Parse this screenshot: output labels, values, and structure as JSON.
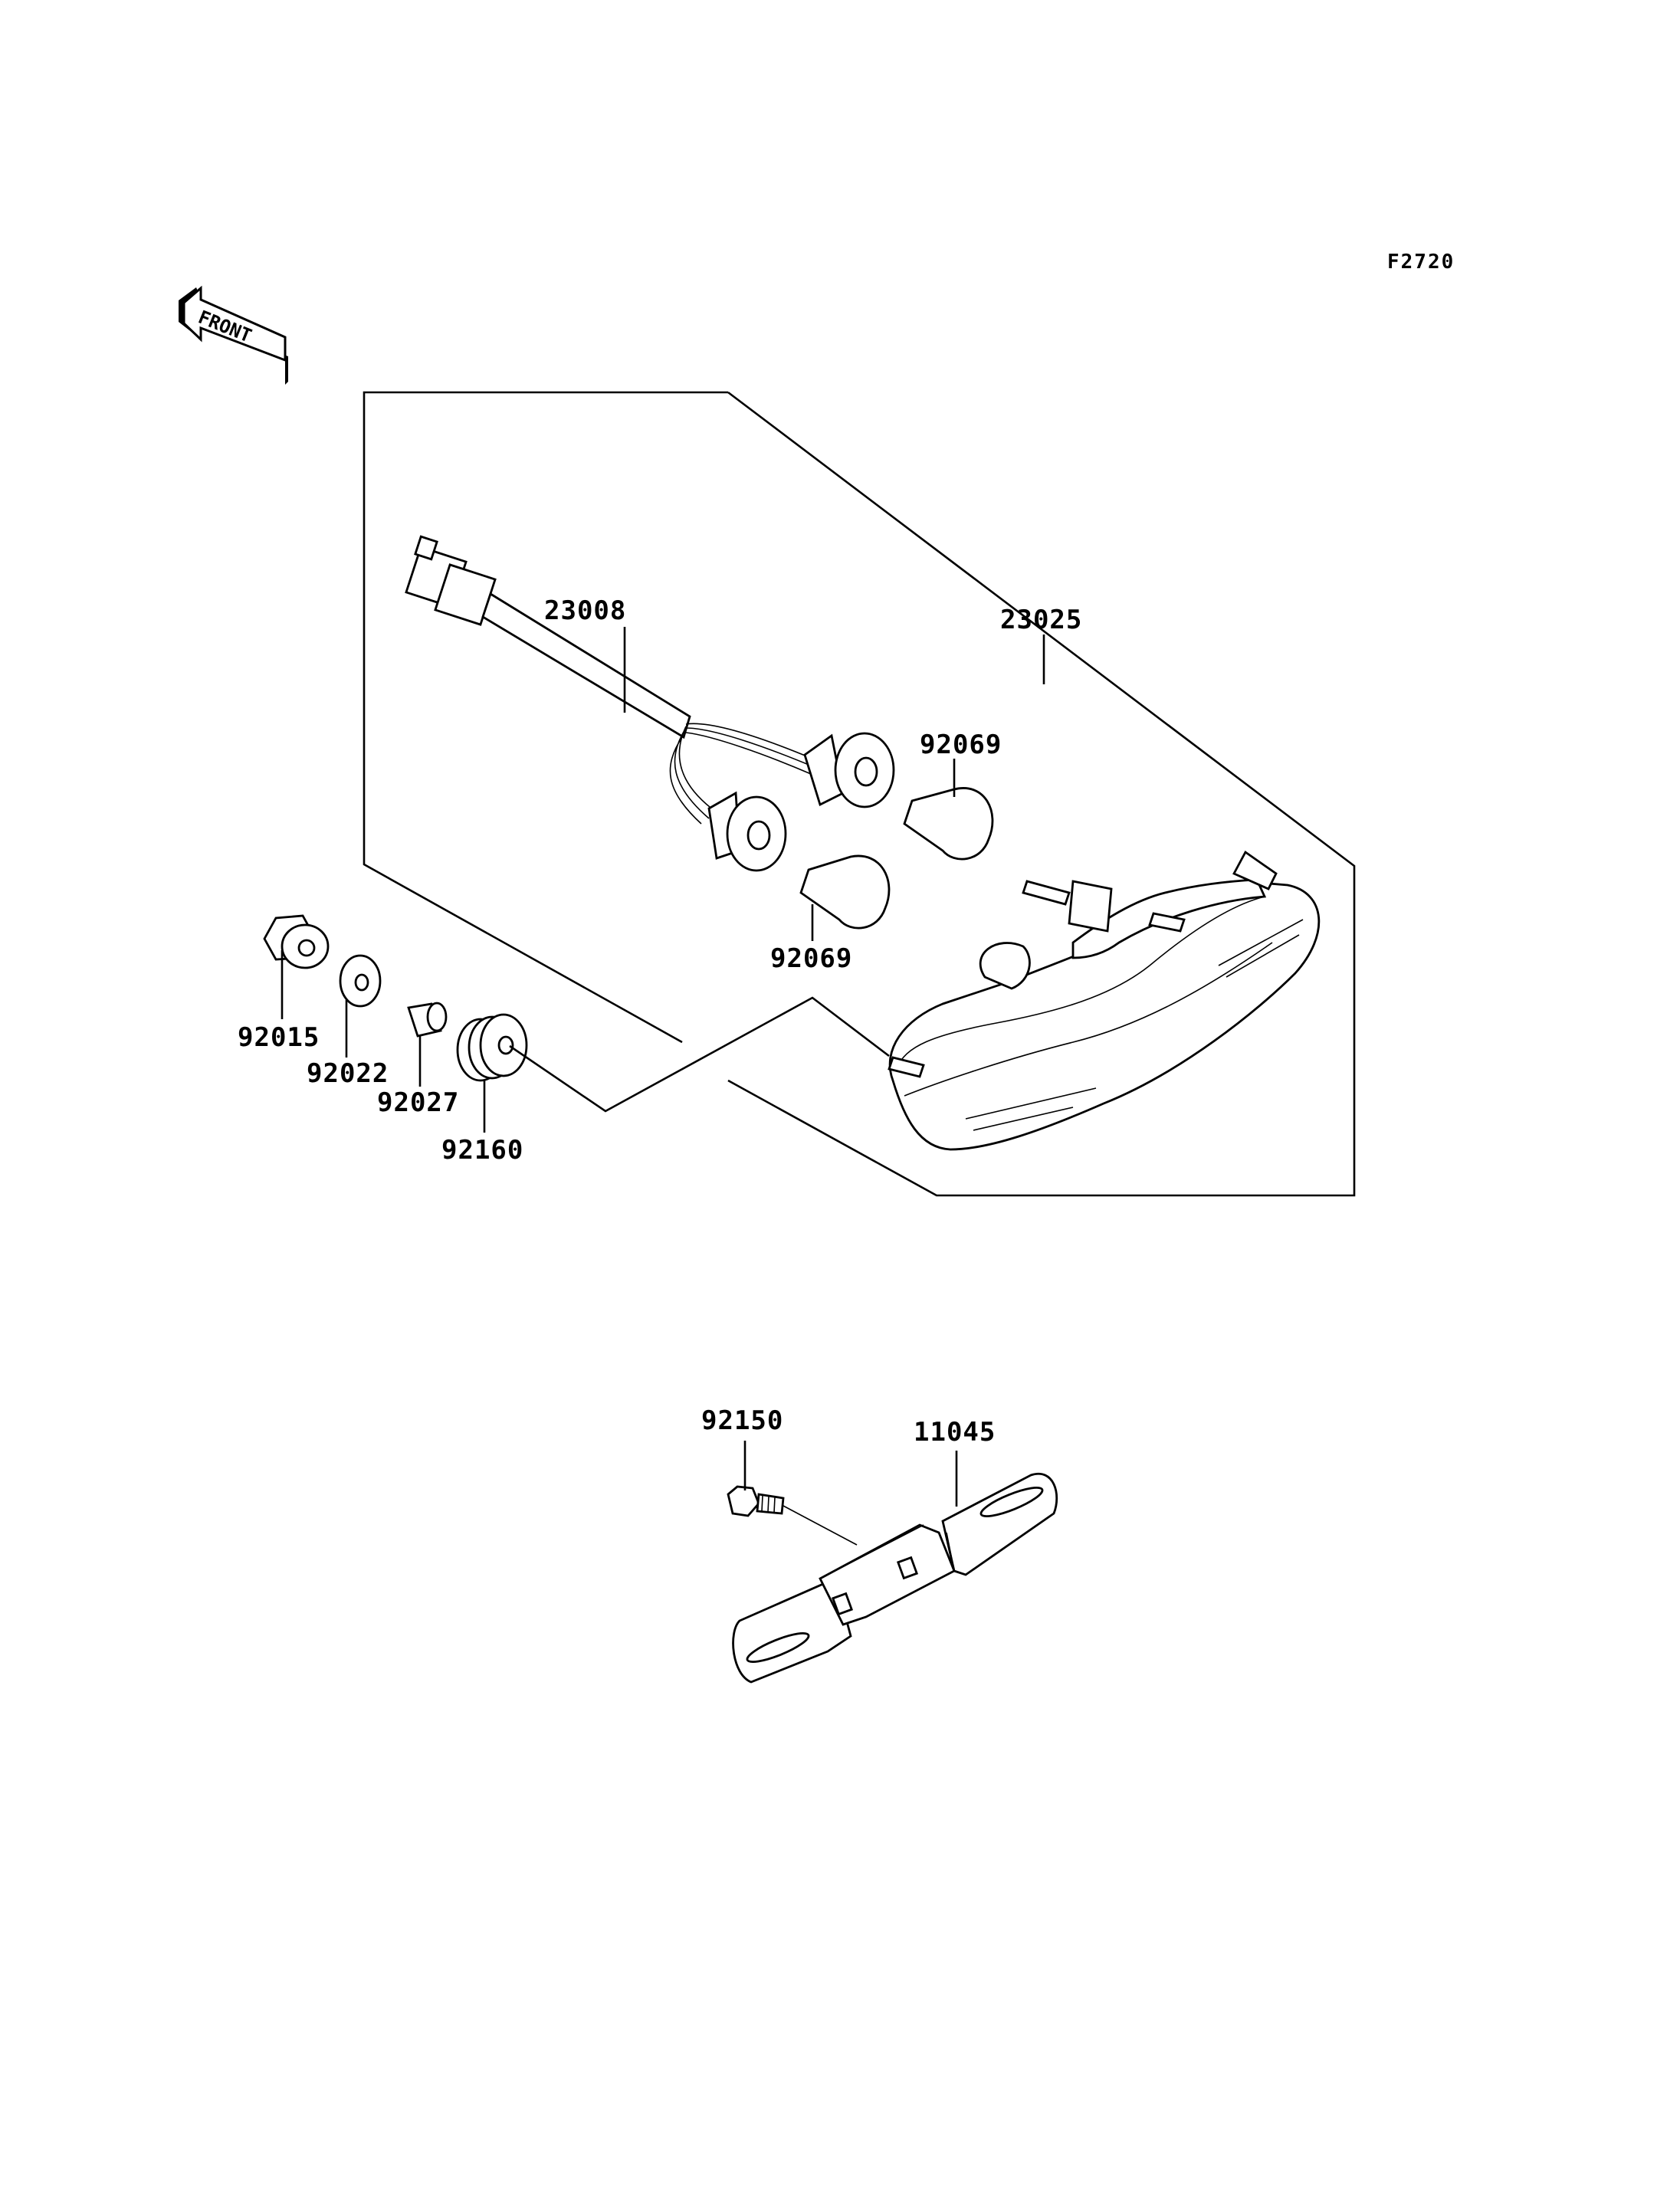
{
  "figure_code": "F2720",
  "front_arrow_text": "FRONT",
  "parts": {
    "harness": "23008",
    "tail_lamp": "23025",
    "bulb_upper": "92069",
    "bulb_lower": "92069",
    "nut": "92015",
    "washer": "92022",
    "collar": "92027",
    "grommet": "92160",
    "bolt": "92150",
    "bracket": "11045"
  }
}
